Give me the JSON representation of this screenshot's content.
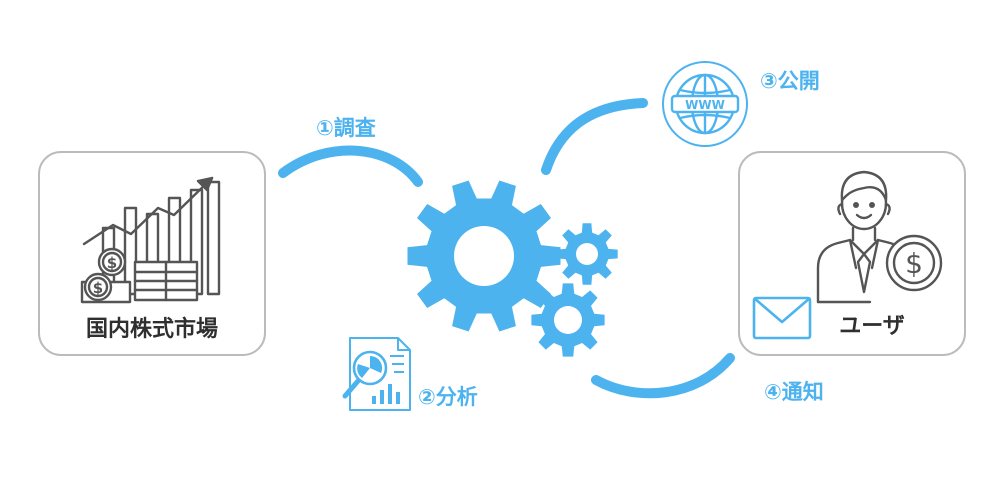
{
  "colors": {
    "accent": "#4db3ef",
    "icon_gray": "#555555",
    "box_border": "#bbbbbb",
    "label_text": "#2f2f2f"
  },
  "market_box": {
    "label": "国内株式市場",
    "icon": "stock-chart-coins-icon"
  },
  "user_box": {
    "label": "ユーザ",
    "icons": [
      "businessman-icon",
      "dollar-coin-icon",
      "envelope-icon"
    ]
  },
  "center": {
    "icon": "gears-icon"
  },
  "steps": [
    {
      "label": "①調査",
      "icon": ""
    },
    {
      "label": "②分析",
      "icon": "magnifier-report-icon"
    },
    {
      "label": "③公開",
      "icon": "www-globe-icon"
    },
    {
      "label": "④通知",
      "icon": ""
    }
  ]
}
